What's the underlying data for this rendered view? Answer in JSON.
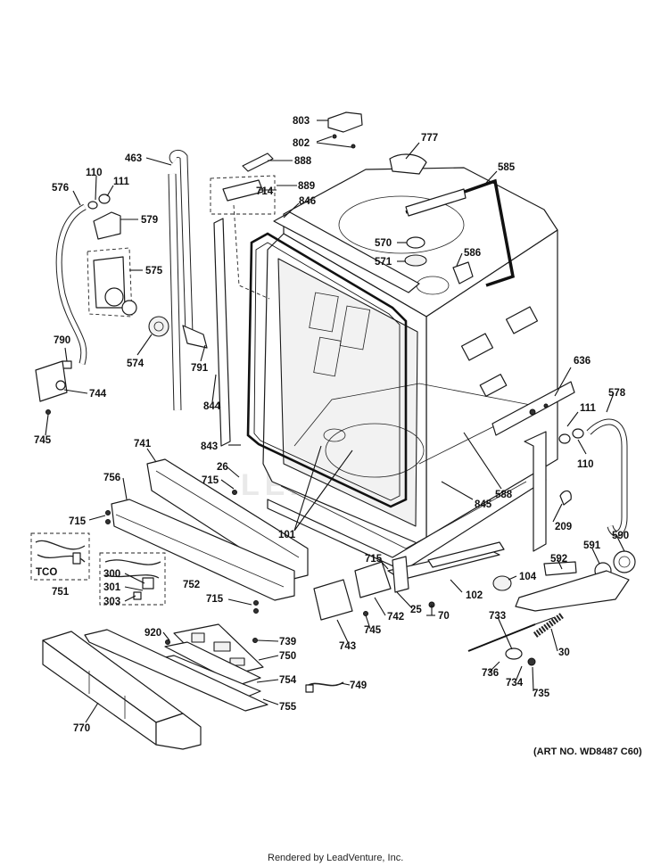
{
  "diagram": {
    "art_number": "(ART NO. WD8487 C60)",
    "footer": "Rendered by LeadVenture, Inc.",
    "watermark": "LEADVENTURE",
    "callouts": [
      {
        "id": "803"
      },
      {
        "id": "802"
      },
      {
        "id": "777"
      },
      {
        "id": "888"
      },
      {
        "id": "585"
      },
      {
        "id": "463"
      },
      {
        "id": "110"
      },
      {
        "id": "111"
      },
      {
        "id": "889"
      },
      {
        "id": "714"
      },
      {
        "id": "846"
      },
      {
        "id": "576"
      },
      {
        "id": "579"
      },
      {
        "id": "570"
      },
      {
        "id": "571"
      },
      {
        "id": "586"
      },
      {
        "id": "575"
      },
      {
        "id": "790"
      },
      {
        "id": "574"
      },
      {
        "id": "791"
      },
      {
        "id": "744"
      },
      {
        "id": "636"
      },
      {
        "id": "578"
      },
      {
        "id": "745"
      },
      {
        "id": "844"
      },
      {
        "id": "111"
      },
      {
        "id": "843"
      },
      {
        "id": "110"
      },
      {
        "id": "741"
      },
      {
        "id": "26"
      },
      {
        "id": "715"
      },
      {
        "id": "756"
      },
      {
        "id": "588"
      },
      {
        "id": "845"
      },
      {
        "id": "715"
      },
      {
        "id": "209"
      },
      {
        "id": "101"
      },
      {
        "id": "590"
      },
      {
        "id": "591"
      },
      {
        "id": "592"
      },
      {
        "id": "TCO"
      },
      {
        "id": "751"
      },
      {
        "id": "715"
      },
      {
        "id": "104"
      },
      {
        "id": "300"
      },
      {
        "id": "752"
      },
      {
        "id": "301"
      },
      {
        "id": "303"
      },
      {
        "id": "102"
      },
      {
        "id": "715"
      },
      {
        "id": "25"
      },
      {
        "id": "742"
      },
      {
        "id": "70"
      },
      {
        "id": "733"
      },
      {
        "id": "745"
      },
      {
        "id": "743"
      },
      {
        "id": "920"
      },
      {
        "id": "739"
      },
      {
        "id": "30"
      },
      {
        "id": "750"
      },
      {
        "id": "736"
      },
      {
        "id": "754"
      },
      {
        "id": "749"
      },
      {
        "id": "734"
      },
      {
        "id": "735"
      },
      {
        "id": "755"
      },
      {
        "id": "770"
      }
    ]
  }
}
